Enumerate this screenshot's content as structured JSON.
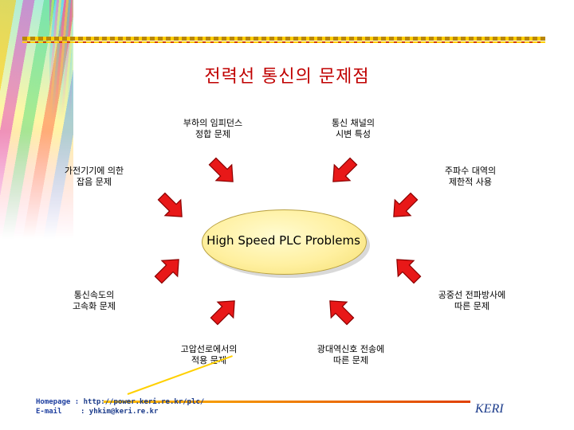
{
  "title": "전력선 통신의 문제점",
  "center": "High Speed PLC Problems",
  "nodes": {
    "top_left": [
      "부하의 임피던스",
      "정합 문제"
    ],
    "top_right": [
      "통신 채널의",
      "시변 특성"
    ],
    "mid_left": [
      "가전기기에 의한",
      "잡음 문제"
    ],
    "mid_right": [
      "주파수 대역의",
      "제한적 사용"
    ],
    "low_left": [
      "통신속도의",
      "고속화 문제"
    ],
    "low_right": [
      "공중선 전파방사에",
      "따른 문제"
    ],
    "bottom_left": [
      "고압선로에서의",
      "적용 문제"
    ],
    "bottom_right": [
      "광대역신호 전송에",
      "따른 문제"
    ]
  },
  "footer": {
    "homepage_label": "Homepage :",
    "homepage_value": "http://power.keri.re.kr/plc/",
    "email_label": "E-mail",
    "email_value": ": yhkim@keri.re.kr",
    "brand": "KERI"
  },
  "colors": {
    "title": "#c00000",
    "arrow": "#e81818",
    "arrow_edge": "#8a0000",
    "ellipse": "#fff0a0"
  }
}
